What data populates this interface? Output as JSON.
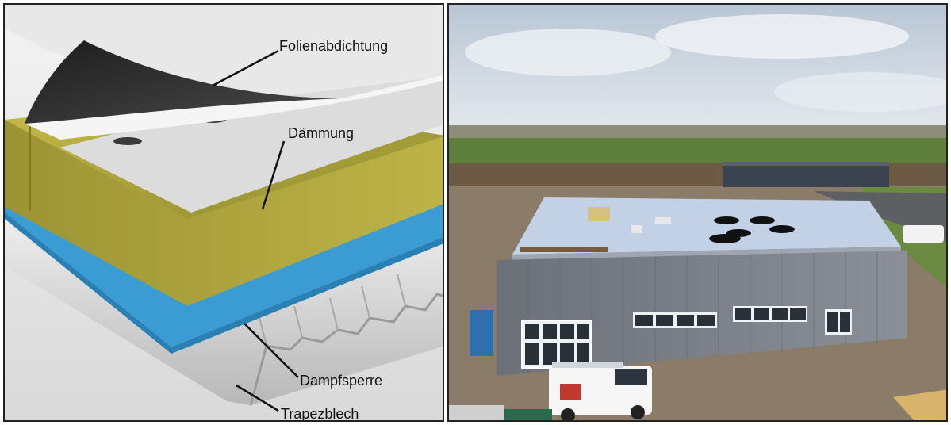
{
  "labels": {
    "membrane": "Folienabdichtung",
    "insulation": "Dämmung",
    "vapor_barrier": "Dampfsperre",
    "trapezoidal_sheet": "Trapezblech"
  }
}
